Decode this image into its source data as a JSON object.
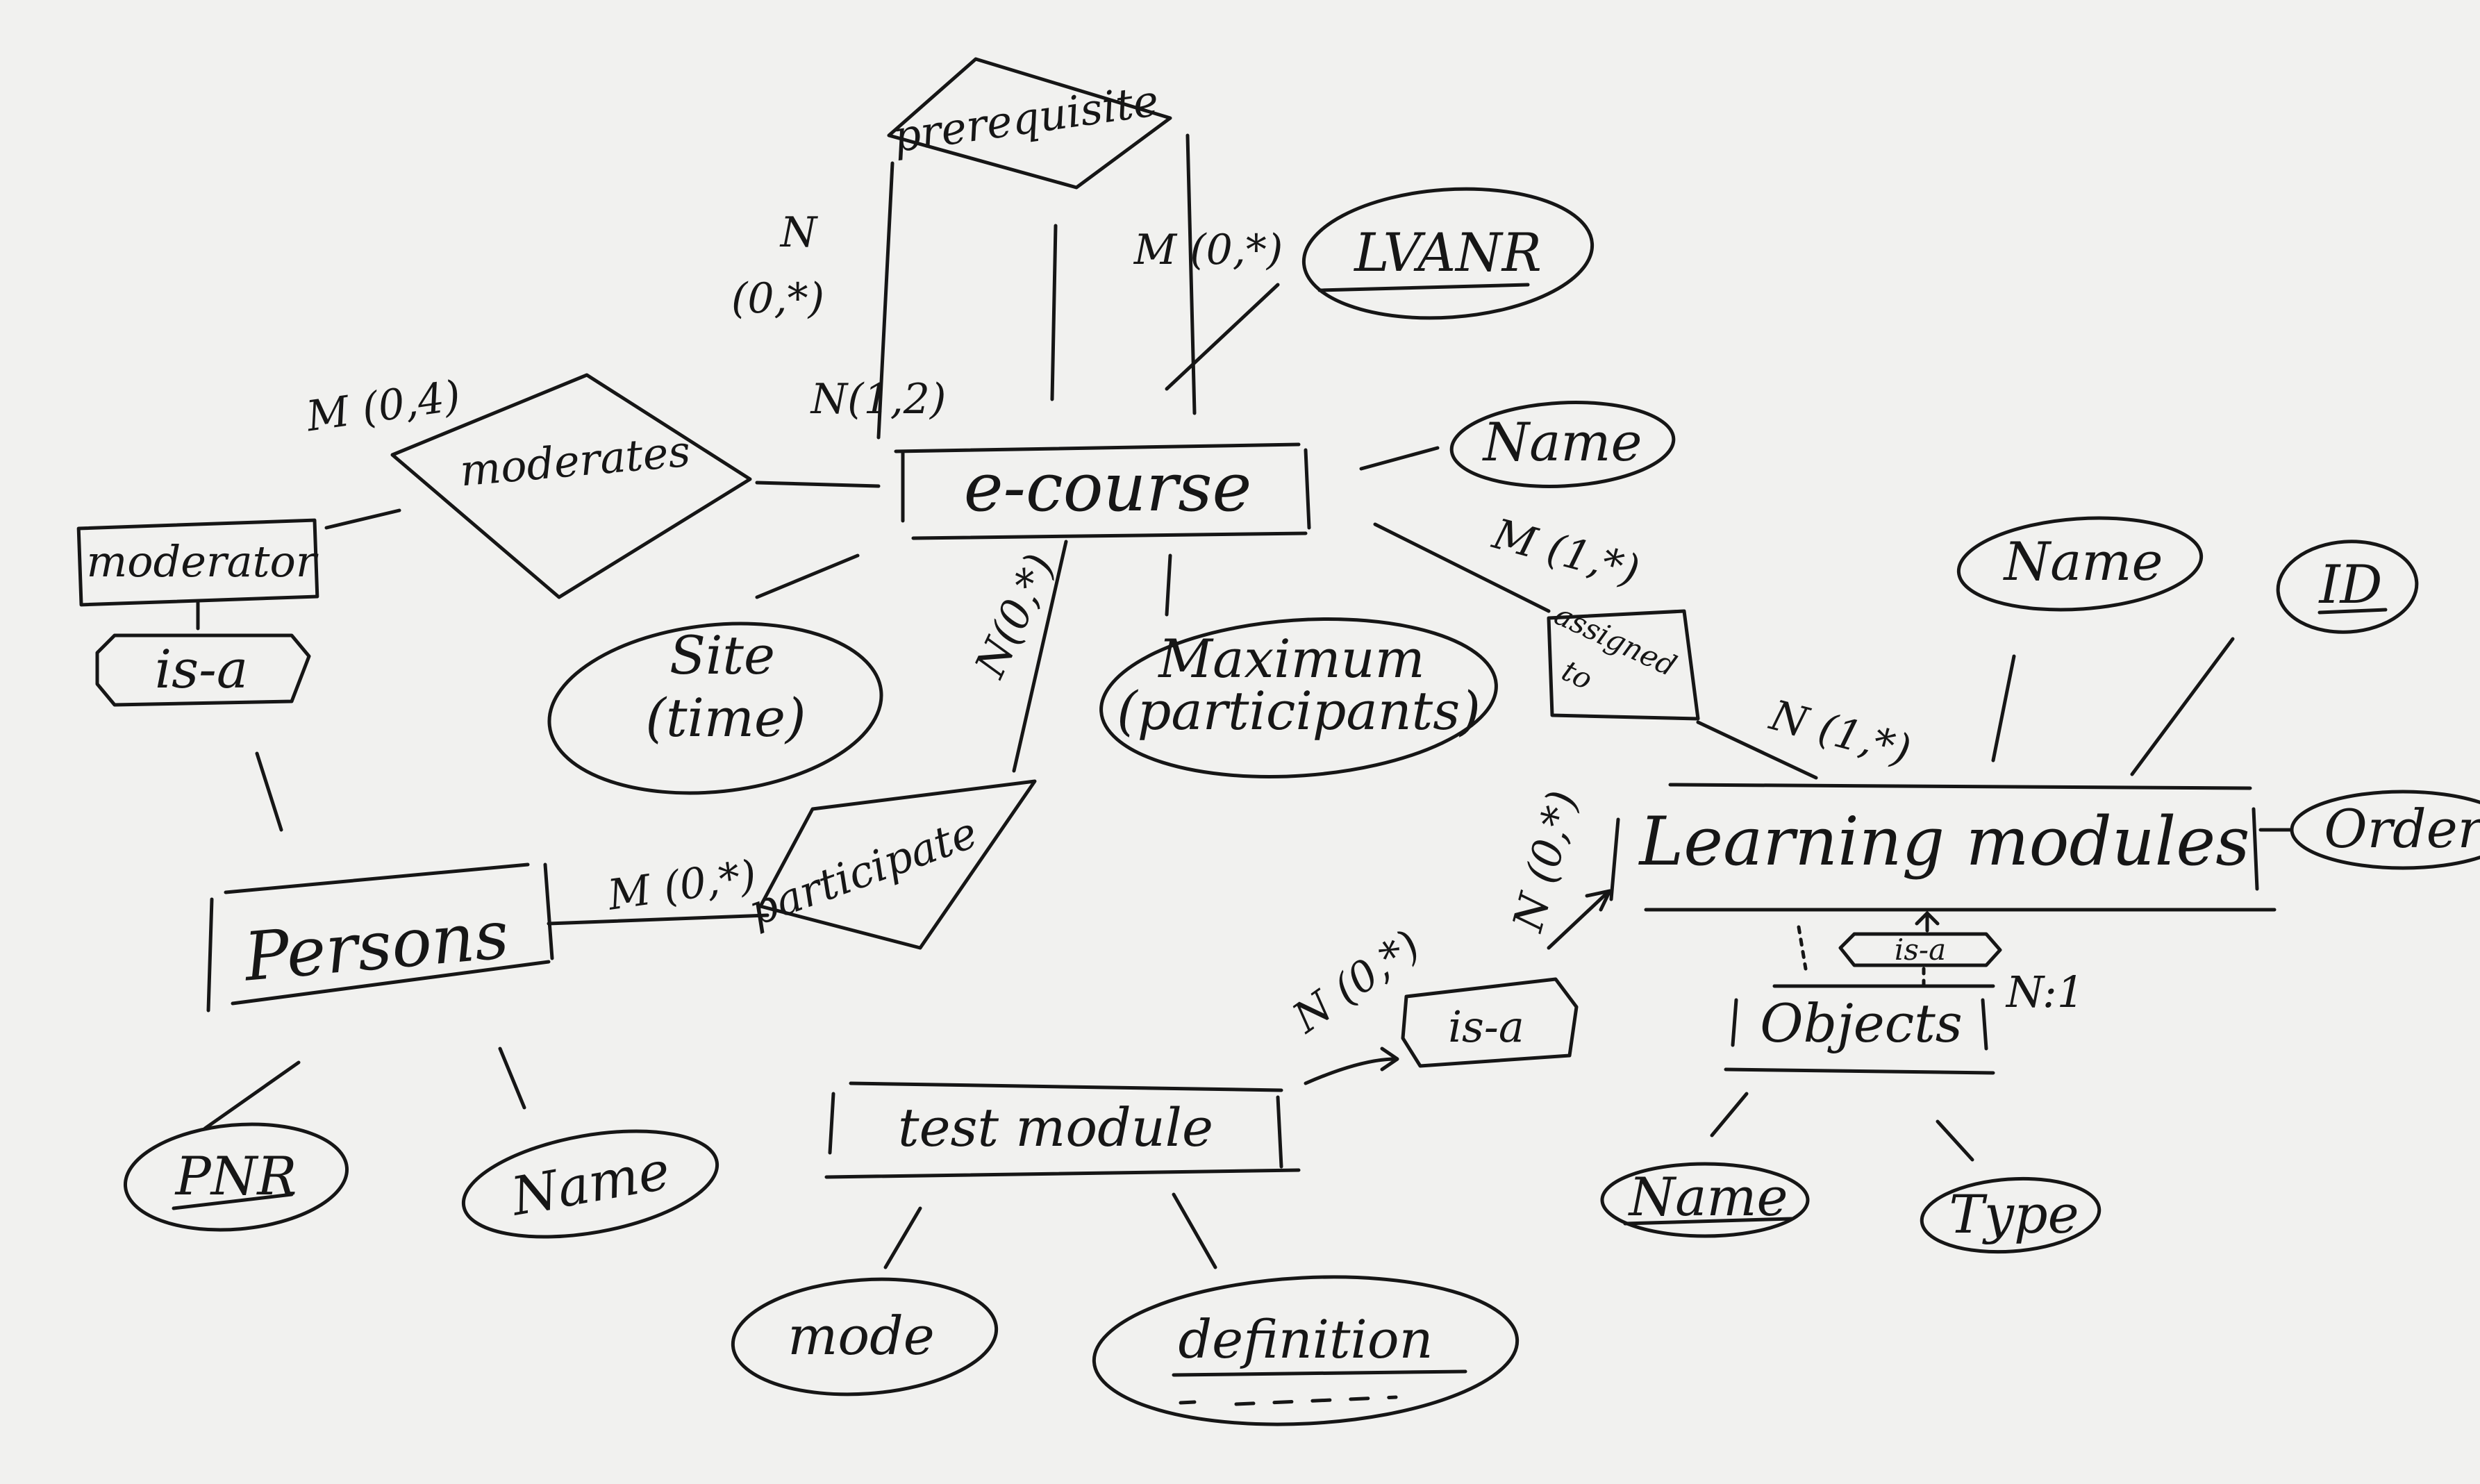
{
  "entities": {
    "e_course": "e-course",
    "moderator": "moderator",
    "persons": "Persons",
    "test_module": "test module",
    "learning_modules": "Learning modules",
    "objects": "Objects"
  },
  "relationships": {
    "prerequisite": "prerequisite",
    "moderates": "moderates",
    "participate": "participate",
    "assigned_to": [
      "assigned",
      "to"
    ]
  },
  "isa": {
    "moderator_isa": "is-a",
    "test_isa": "is-a",
    "objects_isa": "is-a"
  },
  "attributes": {
    "lvanr": "LVANR",
    "course_name": "Name",
    "site": [
      "Site",
      "(time)"
    ],
    "maximum": [
      "Maximum",
      "(participants)"
    ],
    "lm_name": "Name",
    "lm_id": "ID",
    "lm_order": "Order",
    "pnr": "PNR",
    "person_name": "Name",
    "mode": "mode",
    "definition": "definition",
    "obj_name": "Name",
    "obj_type": "Type"
  },
  "cardinalities": {
    "prereq_n": [
      "N",
      "(0,*)"
    ],
    "prereq_m": "M (0,*)",
    "moderates_m": "M (0,4)",
    "moderates_n": "N(1,2)",
    "participate_n": "N(0,*)",
    "participate_m": "M (0,*)",
    "assigned_m": "M (1,*)",
    "assigned_n": "N (1,*)",
    "test_n": "N (0,*)",
    "test_lm": "N (0,*)",
    "objects_card": "N:1"
  }
}
